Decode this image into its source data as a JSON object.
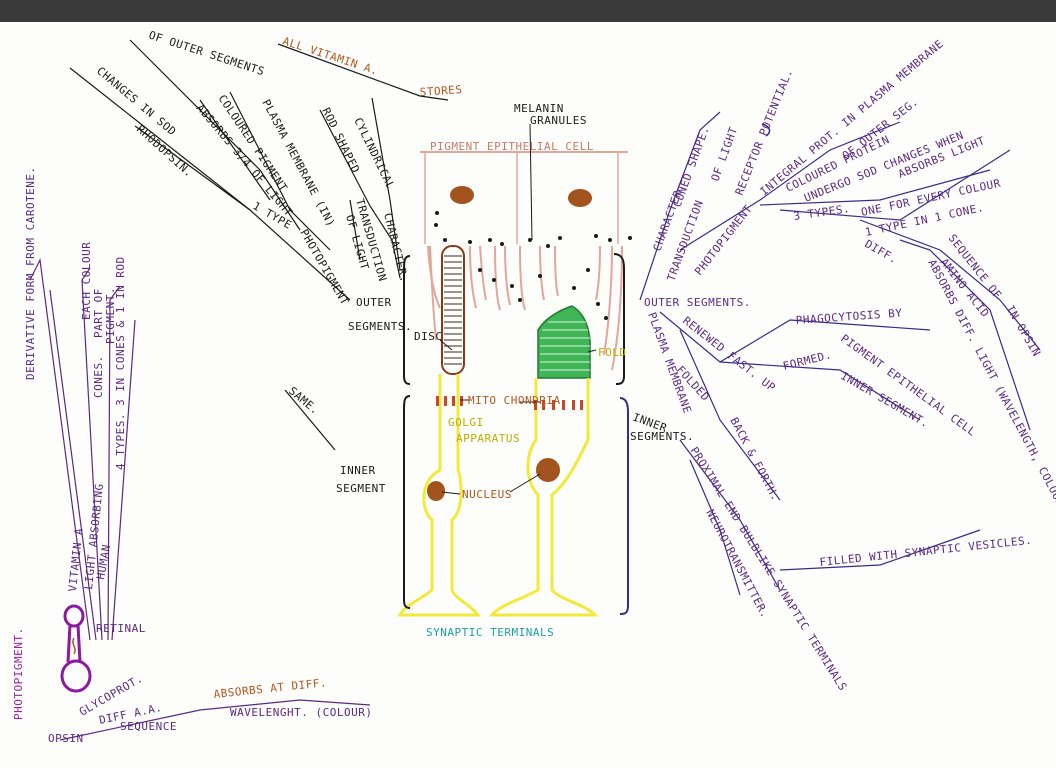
{
  "palette": {
    "ink": "#1a1a1a",
    "purple": "#5a2a82",
    "orange": "#b0561e",
    "pink": "#e3a69a",
    "yellow": "#f2ea3a",
    "green": "#2fa84a",
    "brown": "#9a4a1a",
    "teal": "#1aa0a0",
    "magenta": "#a020a0"
  },
  "header": {
    "vitamin": "ALL VITAMIN A.",
    "stores": "STORES",
    "pigment_cell": "PIGMENT EPITHELIAL CELL",
    "melanin": "MELANIN",
    "granules": "GRANULES"
  },
  "cell_labels": {
    "disc": "DISC",
    "fold": "FOLD",
    "mito": "MITO CHONDRIA",
    "golgi": "GOLGI",
    "apparatus": "APPARATUS",
    "nucleus": "NUCLEUS",
    "synaptic": "SYNAPTIC TERMINALS",
    "outer_left": "OUTER",
    "segments_left": "SEGMENTS.",
    "inner_left": "INNER",
    "segment_left": "SEGMENT",
    "same": "SAME.",
    "inner_right": "INNER",
    "segments_right": "SEGMENTS."
  },
  "left_branches": {
    "of_outer": "OF OUTER SEGMENTS",
    "plasma": "PLASMA MEMBRANE (IN)",
    "coloured": "COLOURED PIGMENT",
    "absorbs": "ABSORBS 3/4 OF LIGHT",
    "changes": "CHANGES IN SOD",
    "type1": "1 TYPE",
    "rhodopsin": "RHODOPSIN.",
    "cylindrical": "CYLINDRICAL",
    "rod_shaped": "ROD SHAPED",
    "character": "CHARACTER.",
    "transduction": "TRANSDUCTION",
    "of_light": "OF LIGHT",
    "photopigment": "PHOTOPIGMENT"
  },
  "right_branches": {
    "character": "CHARACTER.",
    "cone_shape": "CONED SHAPE.",
    "transduction": "TRANSDUCTION",
    "of_light": "OF LIGHT",
    "receptor": "RECEPTOR POTENTIAL.",
    "photopigment": "PHOTOPIGMENT",
    "integral": "INTEGRAL PROT. IN PLASMA MEMBRANE",
    "of_outer_seg": "OF OUTER SEG.",
    "coloured_protein": "COLOURED PROTEIN",
    "undergo": "UNDERGO SOD CHANGES WHEN",
    "absorbs": "ABSORBS LIGHT",
    "three_types": "3 TYPES.",
    "one_for_every": "ONE FOR EVERY COLOUR",
    "one_type": "1 TYPE IN 1 CONE.",
    "diff": "DIFF.",
    "sequence": "SEQUENCE OF",
    "amino": "AMINO ACID",
    "in_opsin": "IN OPSIN",
    "absorbs_diff": "ABSORBS DIFF. LIGHT (WAVELENGTH, COLOUR)",
    "outer_segments": "OUTER SEGMENTS.",
    "plasma_membrane": "PLASMA MEMBRANE",
    "renewed": "RENEWED FAST. UP",
    "phagocytosis": "PHAGOCYTOSIS BY",
    "pigment_cell": "PIGMENT EPITHELIAL CELL",
    "formed": "FORMED.",
    "inner_segment": "INNER SEGMENT.",
    "folded": "FOLDED",
    "back_forth": "BACK & FORTH.",
    "inner_segments": "INNER SEGMENTS.",
    "proximal": "PROXIMAL END BULBLIKE SYNAPTIC TERMINALS",
    "filled": "FILLED WITH SYNAPTIC VESICLES.",
    "neurotransmitter": "NEUROTRANSMITTER."
  },
  "retinal_branch": {
    "derivative": "DERIVATIVE FORM FROM CAROTENE.",
    "part_of": "PART OF",
    "pigment": "PIGMENT.",
    "each_colour": "EACH COLOUR",
    "cones": "CONES.",
    "types": "4 TYPES. 3 IN CONES & 1 IN ROD",
    "human": "HUMAN",
    "light_absorbing": "LIGHT ABSORBING",
    "vitamin_a": "VITAMIN A",
    "retinal": "RETINAL",
    "photopigment": "PHOTOPIGMENT.",
    "opsin": "OPSIN",
    "glycoprot": "GLYCOPROT.",
    "diff_aa": "DIFF A.A.",
    "sequence": "SEQUENCE",
    "absorbs": "ABSORBS AT DIFF.",
    "wavelength": "WAVELENGHT. (COLOUR)"
  }
}
